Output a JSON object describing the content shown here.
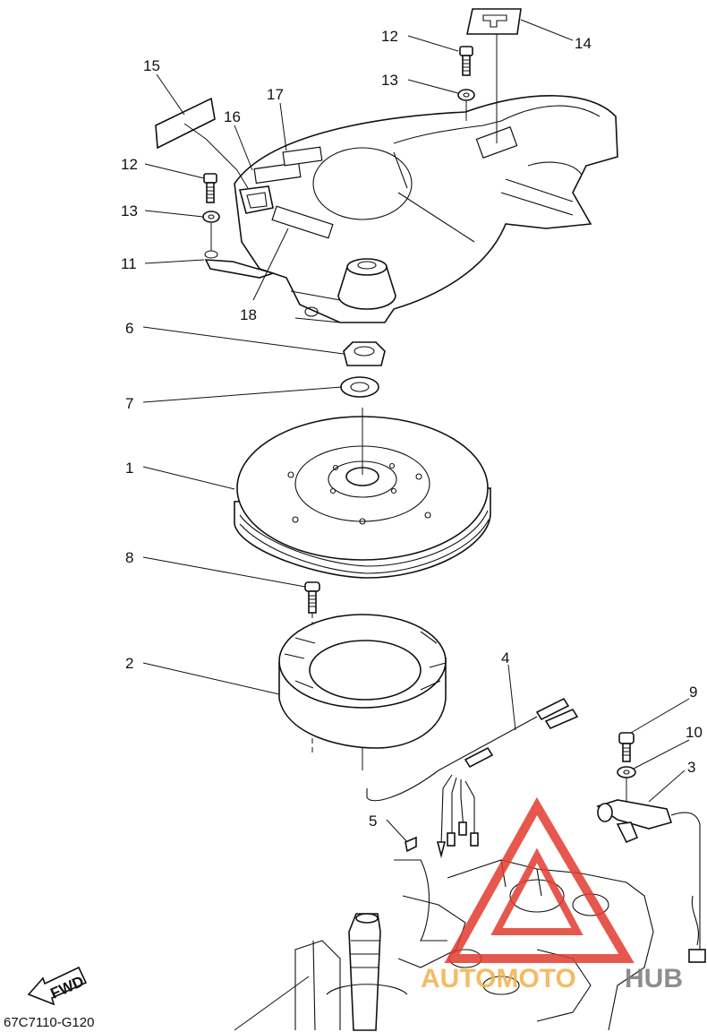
{
  "diagram": {
    "code": "67C7110-G120",
    "direction_arrow_label": "FWD",
    "watermark": {
      "text_a": "AUTOMOTO",
      "text_b": "HUB",
      "color_red": "#e23b2f",
      "color_orange": "#f2b14a",
      "color_gray": "#7a7a7a"
    },
    "callouts": [
      "1",
      "2",
      "3",
      "4",
      "5",
      "6",
      "7",
      "8",
      "9",
      "10",
      "11",
      "12",
      "12",
      "13",
      "13",
      "14",
      "15",
      "16",
      "17",
      "18"
    ]
  }
}
